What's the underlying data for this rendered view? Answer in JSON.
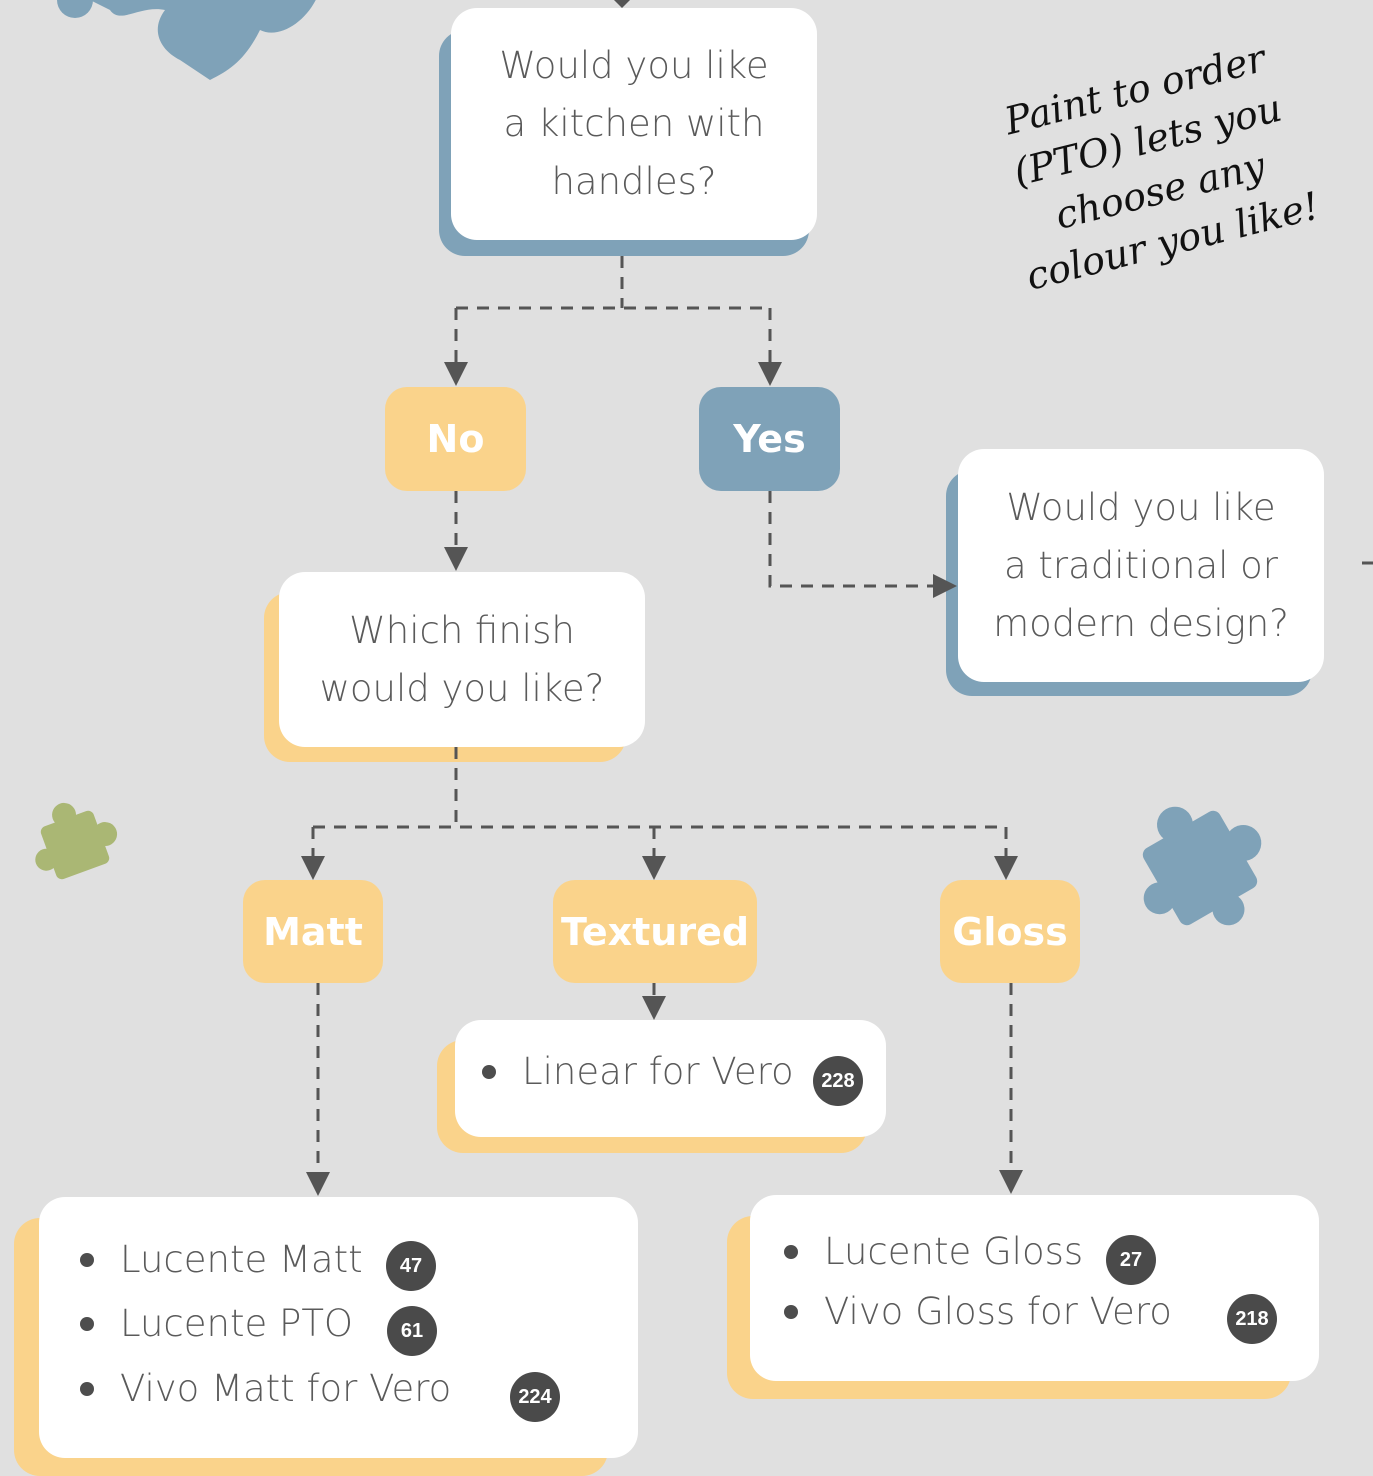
{
  "colors": {
    "background": "#e0e0e0",
    "yellow": "#fad38b",
    "blue": "#7fa2b8",
    "green": "#aab774",
    "connector": "#555555",
    "badge": "#4a4a4a"
  },
  "top_question": {
    "lines": [
      "Would you like",
      "a kitchen with",
      "handles?"
    ]
  },
  "branches": {
    "no": "No",
    "yes": "Yes"
  },
  "yes_question": {
    "lines": [
      "Would you like",
      "a traditional or",
      "modern design?"
    ]
  },
  "finish_question": {
    "lines": [
      "Which finish",
      "would you like?"
    ]
  },
  "finishes": {
    "matt": "Matt",
    "textured": "Textured",
    "gloss": "Gloss"
  },
  "textured_results": [
    {
      "name": "Linear for Vero",
      "page": "228"
    }
  ],
  "matt_results": [
    {
      "name": "Lucente Matt",
      "page": "47"
    },
    {
      "name": "Lucente PTO",
      "page": "61"
    },
    {
      "name": "Vivo Matt for Vero",
      "page": "224"
    }
  ],
  "gloss_results": [
    {
      "name": "Lucente Gloss",
      "page": "27"
    },
    {
      "name": "Vivo Gloss for Vero",
      "page": "218"
    }
  ],
  "note": {
    "lines": [
      "Paint to order",
      "(PTO) lets you",
      "choose any",
      "colour you like!"
    ]
  },
  "icons": [
    "puzzle-piece-icon",
    "arrow-down-icon",
    "arrow-right-icon"
  ]
}
